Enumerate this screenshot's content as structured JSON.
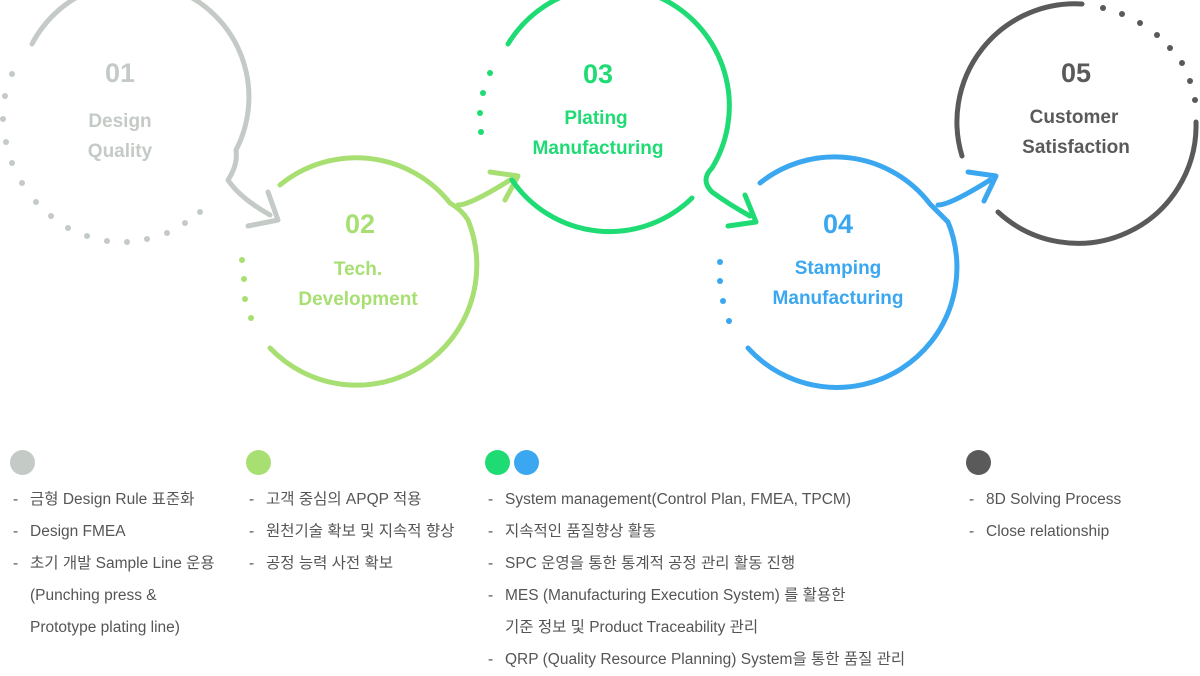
{
  "colors": {
    "step1": "#c4cac5",
    "step2": "#a8df72",
    "step3": "#1edb74",
    "step4": "#3aa7f0",
    "step5": "#5a5a5a",
    "text": "#555555"
  },
  "steps": [
    {
      "number": "01",
      "title_line1": "Design",
      "title_line2": "Quality"
    },
    {
      "number": "02",
      "title_line1": "Tech.",
      "title_line2": "Development"
    },
    {
      "number": "03",
      "title_line1": "Plating",
      "title_line2": "Manufacturing"
    },
    {
      "number": "04",
      "title_line1": "Stamping",
      "title_line2": "Manufacturing"
    },
    {
      "number": "05",
      "title_line1": "Customer",
      "title_line2": "Satisfaction"
    }
  ],
  "details": {
    "dash": "-",
    "col1": [
      "금형 Design Rule 표준화",
      "Design FMEA",
      "초기 개발 Sample Line 운용",
      "(Punching press &",
      "Prototype plating line)"
    ],
    "col2": [
      "고객 중심의 APQP 적용",
      "원천기술 확보 및 지속적 향상",
      "공정 능력 사전 확보"
    ],
    "col3": [
      "System management(Control Plan, FMEA, TPCM)",
      "지속적인 품질향상 활동",
      "SPC 운영을 통한 통계적 공정 관리 활동 진행",
      "MES (Manufacturing Execution System) 를 활용한",
      "기준 정보 및 Product Traceability 관리",
      "QRP (Quality Resource Planning) System을 통한 품질 관리"
    ],
    "col4": [
      "8D Solving Process",
      "Close relationship"
    ]
  }
}
